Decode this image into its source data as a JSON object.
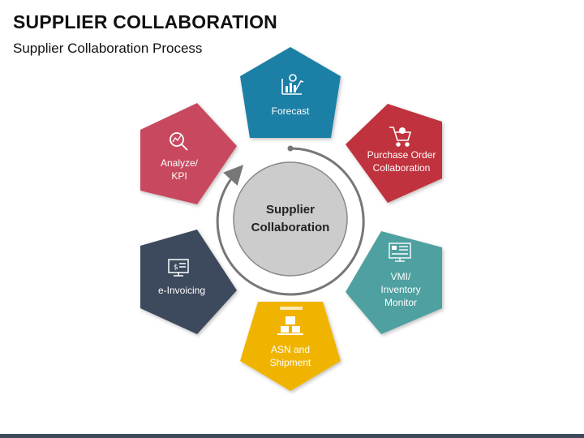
{
  "header": {
    "title": "SUPPLIER COLLABORATION",
    "subtitle": "Supplier Collaboration Process"
  },
  "center": {
    "line1": "Supplier",
    "line2": "Collaboration"
  },
  "segments": [
    {
      "id": "forecast",
      "lines": [
        "Forecast"
      ],
      "color": "#1b7fa6",
      "icon": "chart-dollar-icon"
    },
    {
      "id": "purchase-order",
      "lines": [
        "Purchase Order",
        "Collaboration"
      ],
      "color": "#c0303d",
      "icon": "shopping-cart-icon"
    },
    {
      "id": "vmi",
      "lines": [
        "VMI/",
        "Inventory",
        "Monitor"
      ],
      "color": "#4fa0a0",
      "icon": "monitor-dashboard-icon"
    },
    {
      "id": "asn",
      "lines": [
        "ASN and",
        "Shipment"
      ],
      "color": "#f0b400",
      "icon": "shipment-icon"
    },
    {
      "id": "e-invoicing",
      "lines": [
        "e-Invoicing"
      ],
      "color": "#3d4a5c",
      "icon": "invoice-screen-icon"
    },
    {
      "id": "analyze",
      "lines": [
        "Analyze/",
        "KPI"
      ],
      "color": "#c8485e",
      "icon": "magnify-chart-icon"
    }
  ]
}
